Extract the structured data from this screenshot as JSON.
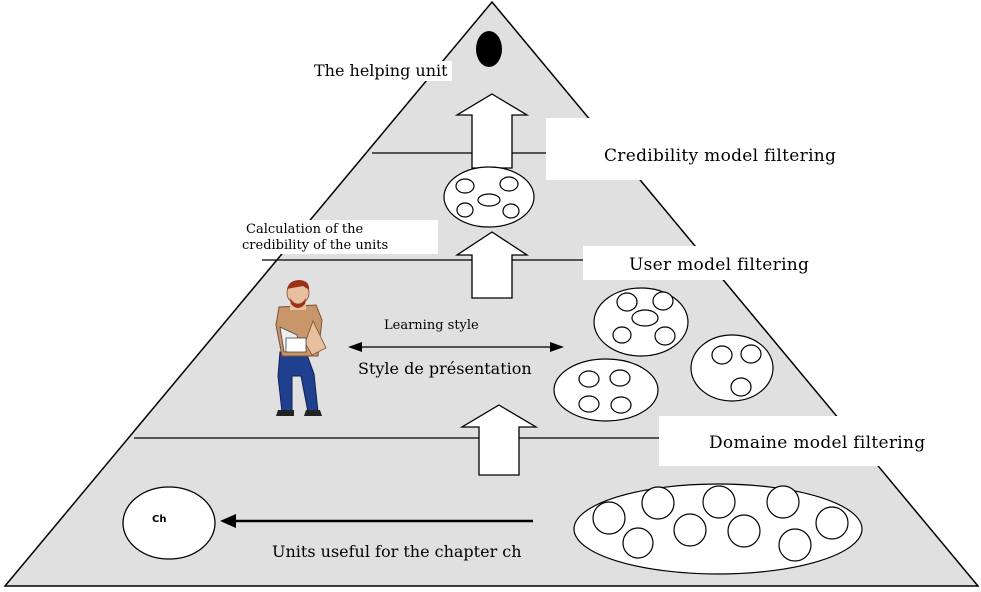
{
  "colors": {
    "pyramid_fill": "#e0e0e0",
    "line": "#000000",
    "dot": "#000000",
    "label_bg": "#ffffff"
  },
  "labels": {
    "helping_unit": "The helping unit",
    "credibility_filtering": "Credibility model filtering",
    "calculation_line1": "Calculation of the",
    "calculation_line2": "credibility of the units",
    "user_filtering": "User model filtering",
    "learning_style": "Learning style",
    "presentation_style": "Style de présentation",
    "domaine_filtering": "Domaine model filtering",
    "chapter_circle": "Ch",
    "units_useful": "Units useful for the chapter ch"
  },
  "icons": {
    "person": "standing-man-icon",
    "up_arrow": "up-arrow-icon",
    "left_arrow": "left-arrow-icon",
    "double_arrow": "double-arrow-icon"
  }
}
